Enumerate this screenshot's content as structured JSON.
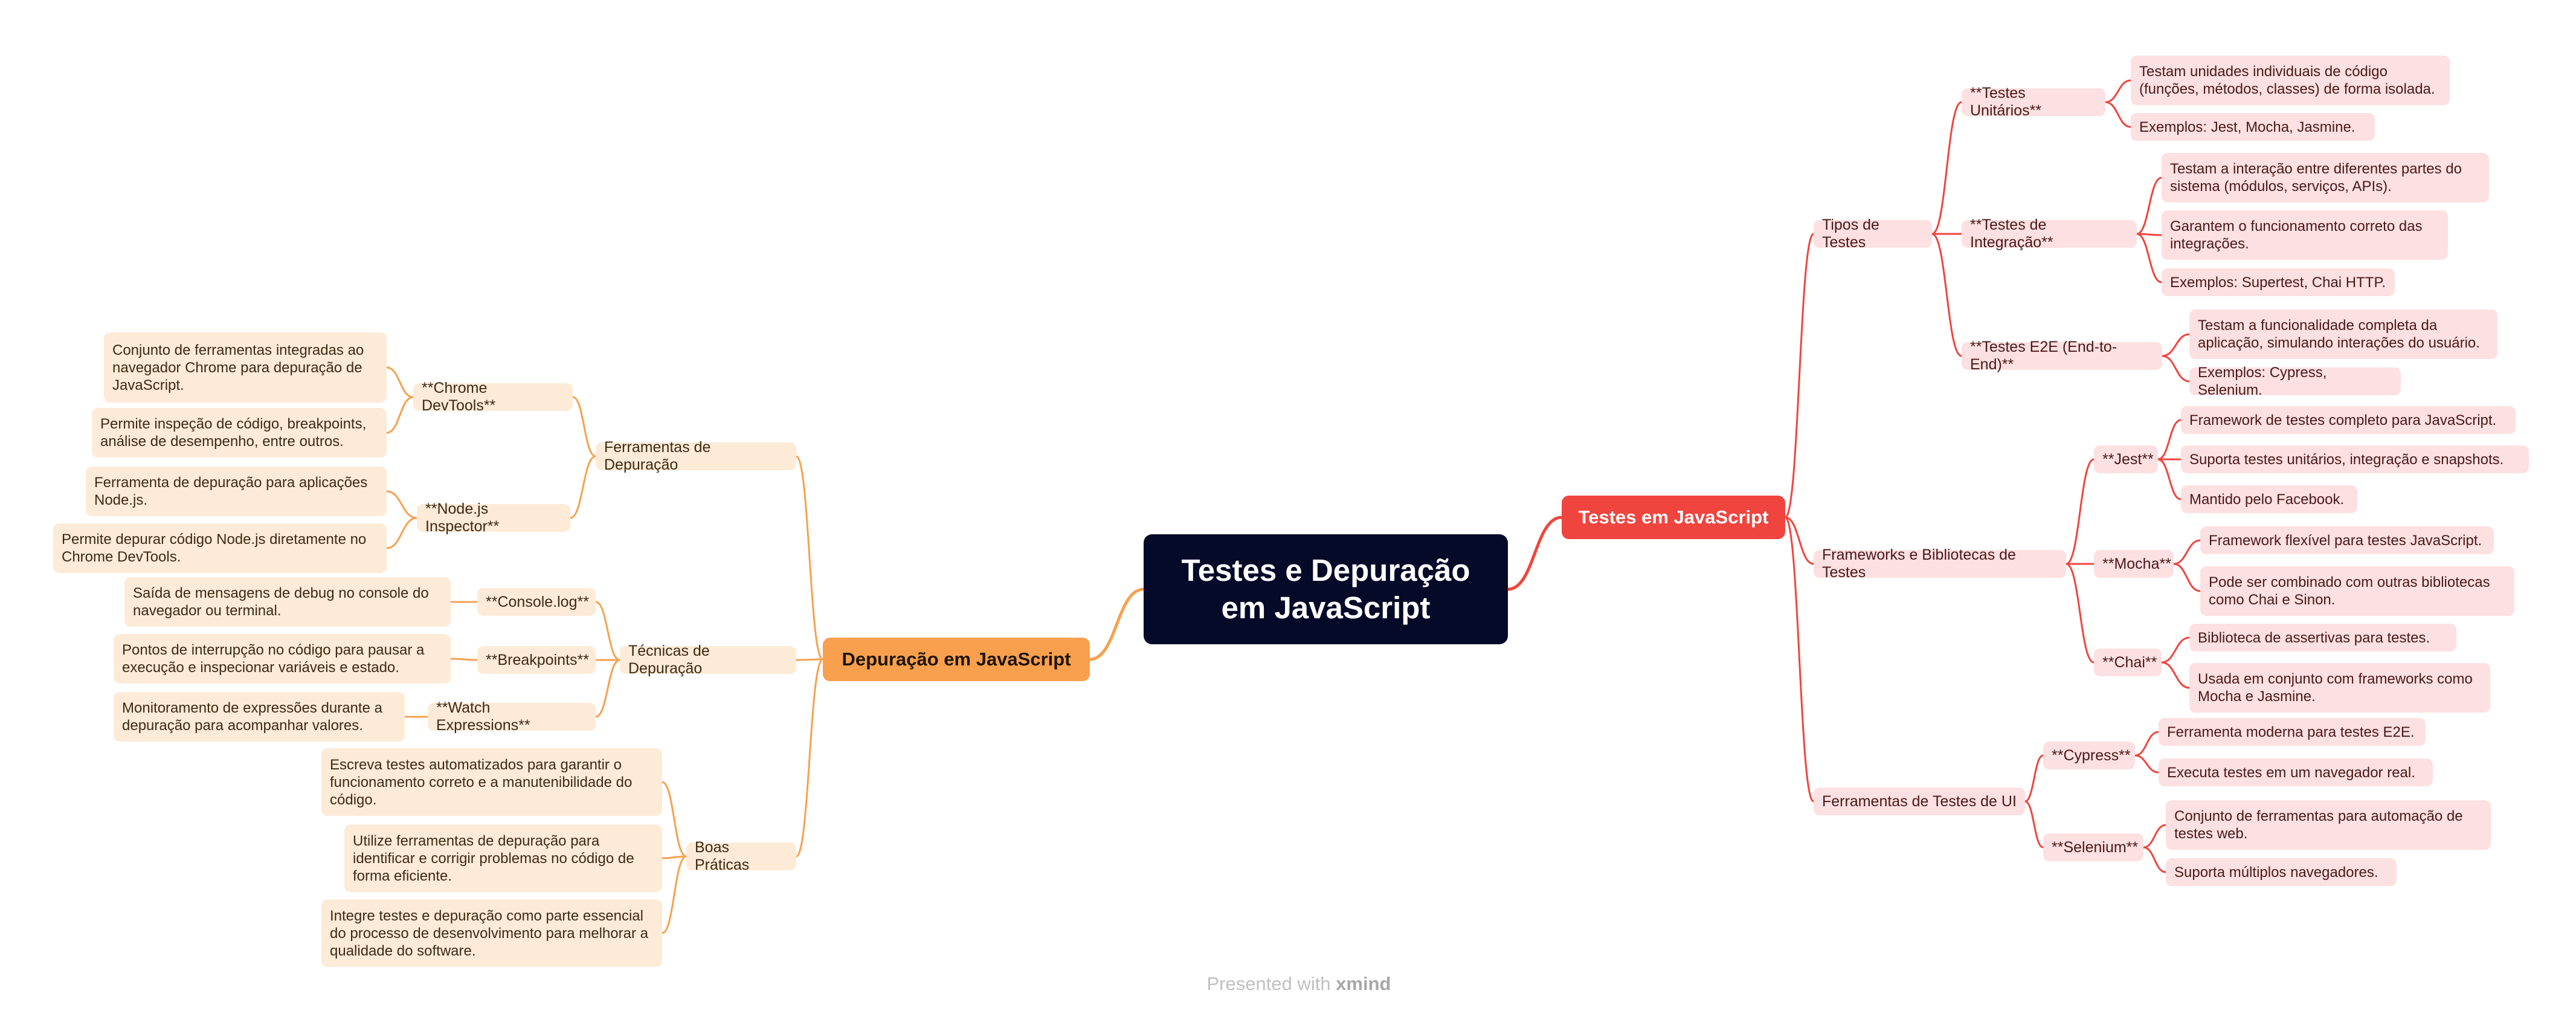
{
  "central": {
    "title": "Testes e Depuração em JavaScript"
  },
  "colors": {
    "testing": "#f0443e",
    "debugging": "#f8a04d",
    "central": "#050a28"
  },
  "testing": {
    "label": "Testes em JavaScript",
    "tipos": {
      "label": "Tipos de Testes",
      "unitarios": {
        "label": "**Testes Unitários**",
        "items": [
          "Testam unidades individuais de código (funções, métodos, classes) de forma isolada.",
          "Exemplos: Jest, Mocha, Jasmine."
        ]
      },
      "integracao": {
        "label": "**Testes de Integração**",
        "items": [
          "Testam a interação entre diferentes partes do sistema (módulos, serviços, APIs).",
          "Garantem o funcionamento correto das integrações.",
          "Exemplos: Supertest, Chai HTTP."
        ]
      },
      "e2e": {
        "label": "**Testes E2E (End-to-End)**",
        "items": [
          "Testam a funcionalidade completa da aplicação, simulando interações do usuário.",
          "Exemplos: Cypress, Selenium."
        ]
      }
    },
    "frameworks": {
      "label": "Frameworks e Bibliotecas de Testes",
      "jest": {
        "label": "**Jest**",
        "items": [
          "Framework de testes completo para JavaScript.",
          "Suporta testes unitários, integração e snapshots.",
          "Mantido pelo Facebook."
        ]
      },
      "mocha": {
        "label": "**Mocha**",
        "items": [
          "Framework flexível para testes JavaScript.",
          "Pode ser combinado com outras bibliotecas como Chai e Sinon."
        ]
      },
      "chai": {
        "label": "**Chai**",
        "items": [
          "Biblioteca de assertivas para testes.",
          "Usada em conjunto com frameworks como Mocha e Jasmine."
        ]
      }
    },
    "ui": {
      "label": "Ferramentas de Testes de UI",
      "cypress": {
        "label": "**Cypress**",
        "items": [
          "Ferramenta moderna para testes E2E.",
          "Executa testes em um navegador real."
        ]
      },
      "selenium": {
        "label": "**Selenium**",
        "items": [
          "Conjunto de ferramentas para automação de testes web.",
          "Suporta múltiplos navegadores."
        ]
      }
    }
  },
  "debugging": {
    "label": "Depuração em JavaScript",
    "ferramentas": {
      "label": "Ferramentas de Depuração",
      "devtools": {
        "label": "**Chrome DevTools**",
        "items": [
          "Conjunto de ferramentas integradas ao navegador Chrome para depuração de JavaScript.",
          "Permite inspeção de código, breakpoints, análise de desempenho, entre outros."
        ]
      },
      "inspector": {
        "label": "**Node.js Inspector**",
        "items": [
          "Ferramenta de depuração para aplicações Node.js.",
          "Permite depurar código Node.js diretamente no Chrome DevTools."
        ]
      }
    },
    "tecnicas": {
      "label": "Técnicas de Depuração",
      "consolelog": {
        "label": "**Console.log**",
        "items": [
          "Saída de mensagens de debug no console do navegador ou terminal."
        ]
      },
      "breakpoints": {
        "label": "**Breakpoints**",
        "items": [
          "Pontos de interrupção no código para pausar a execução e inspecionar variáveis e estado."
        ]
      },
      "watch": {
        "label": "**Watch Expressions**",
        "items": [
          "Monitoramento de expressões durante a depuração para acompanhar valores."
        ]
      }
    },
    "praticas": {
      "label": "Boas Práticas",
      "items": [
        "Escreva testes automatizados para garantir o funcionamento correto e a manutenibilidade do código.",
        "Utilize ferramentas de depuração para identificar e corrigir problemas no código de forma eficiente.",
        "Integre testes e depuração como parte essencial do processo de desenvolvimento para melhorar a qualidade do software."
      ]
    }
  },
  "footer": {
    "prefix": "Presented with",
    "brand": "xmind"
  }
}
